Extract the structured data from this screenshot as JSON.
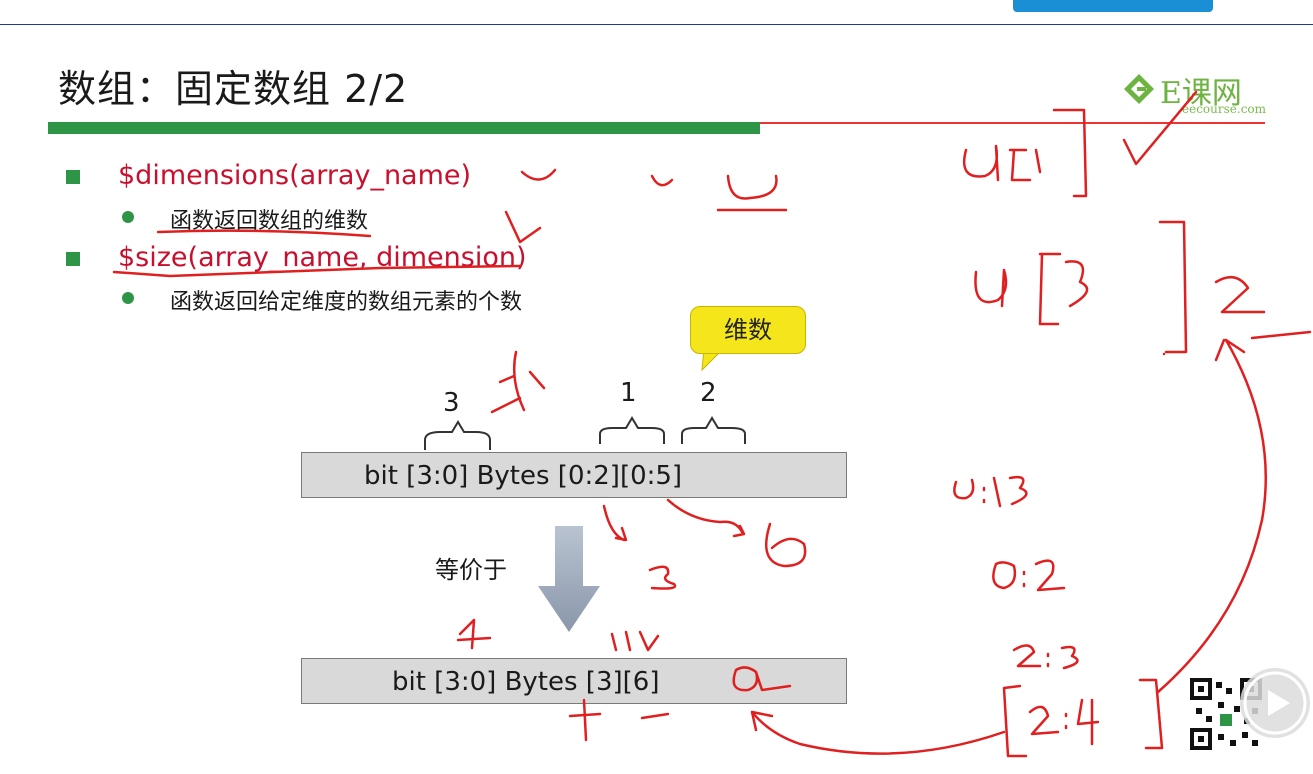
{
  "slide": {
    "title": "数组：固定数组 2/2",
    "logo": {
      "name": "E课网",
      "sub": "eecourse.com"
    },
    "bullets": [
      {
        "text": "$dimensions(array_name)",
        "sub": "函数返回数组的维数"
      },
      {
        "text": "$size(array_name, dimension)",
        "sub": "函数返回给定维度的数组元素的个数"
      }
    ],
    "callout": "维数",
    "diagram": {
      "labels": [
        "3",
        "1",
        "2"
      ],
      "top_box": "bit [3:0] Bytes [0:2][0:5]",
      "equiv": "等价于",
      "bottom_box": "bit [3:0] Bytes [3][6]"
    }
  },
  "colors": {
    "accent_green": "#2e9446",
    "text_red": "#c8102e",
    "ink_red": "#e02020",
    "callout_yellow": "#f5e51b"
  }
}
